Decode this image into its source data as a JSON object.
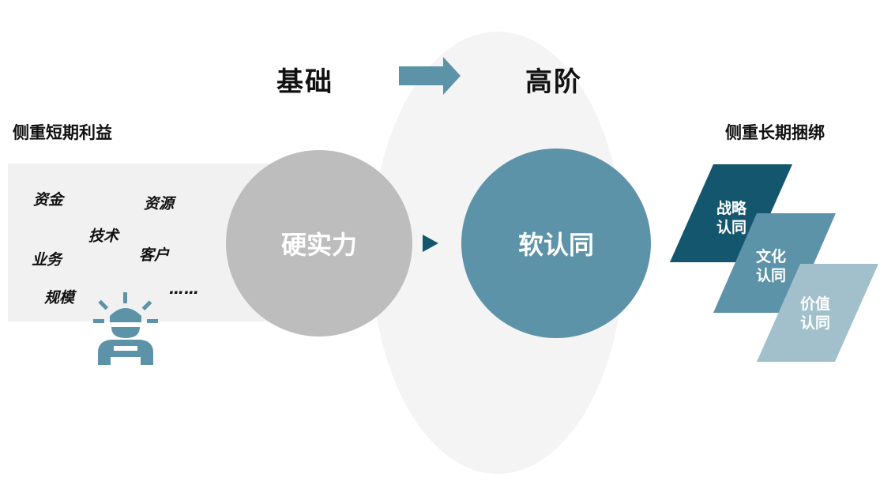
{
  "top": {
    "left_stage": "基础",
    "right_stage": "高阶"
  },
  "left_title": "侧重短期利益",
  "right_title": "侧重长期捆绑",
  "items": [
    "资金",
    "资源",
    "技术",
    "业务",
    "客户",
    "规模",
    "……"
  ],
  "center": {
    "left_circle": "硬实力",
    "right_circle": "软认同"
  },
  "identities": [
    {
      "line1": "战略",
      "line2": "认同",
      "color": "#14566e"
    },
    {
      "line1": "文化",
      "line2": "认同",
      "color": "#5d93a8"
    },
    {
      "line1": "价值",
      "line2": "认同",
      "color": "#a1c0cc"
    }
  ],
  "colors": {
    "arrow": "#5d93a8",
    "gray_circle": "#bdbdbd",
    "blue_circle": "#5d93a8"
  }
}
